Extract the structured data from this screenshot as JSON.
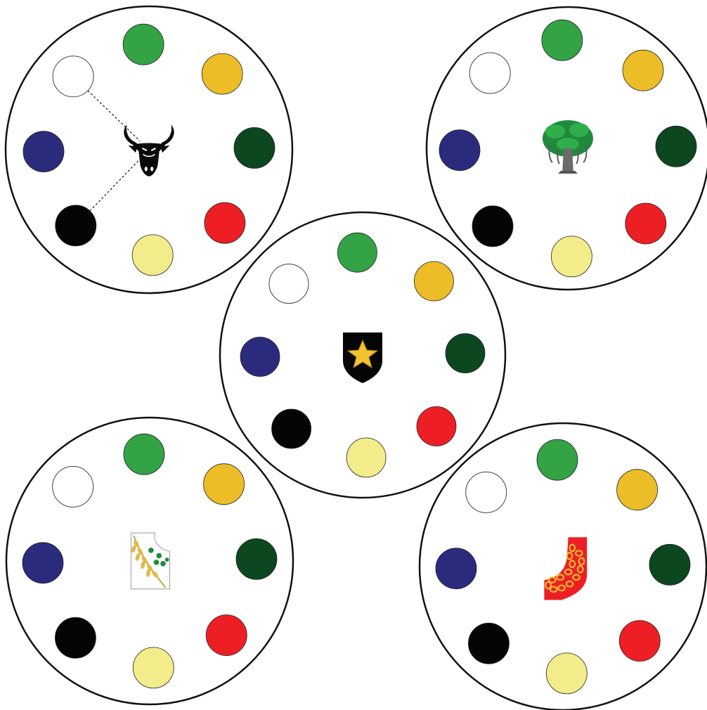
{
  "colors": {
    "green": "#33a346",
    "yellow": "#ecbd26",
    "dark_green": "#0c4720",
    "red": "#ee1f24",
    "pale_yellow": "#f2ec8a",
    "black": "#050505",
    "navy": "#2b2b7e",
    "white": "#ffffff",
    "outline": "#111111"
  },
  "dot_order": [
    "green",
    "yellow",
    "dark_green",
    "red",
    "pale_yellow",
    "black",
    "navy",
    "white"
  ],
  "wheels": [
    {
      "id": "top-left",
      "symbol": "bull-head-icon",
      "connector_lines": [
        "white",
        "black"
      ]
    },
    {
      "id": "top-right",
      "symbol": "banyan-tree-icon",
      "connector_lines": []
    },
    {
      "id": "center",
      "symbol": "star-shield-icon",
      "connector_lines": []
    },
    {
      "id": "bottom-left",
      "symbol": "rice-cotton-icon",
      "connector_lines": []
    },
    {
      "id": "bottom-right",
      "symbol": "chain-shield-icon",
      "connector_lines": []
    }
  ]
}
